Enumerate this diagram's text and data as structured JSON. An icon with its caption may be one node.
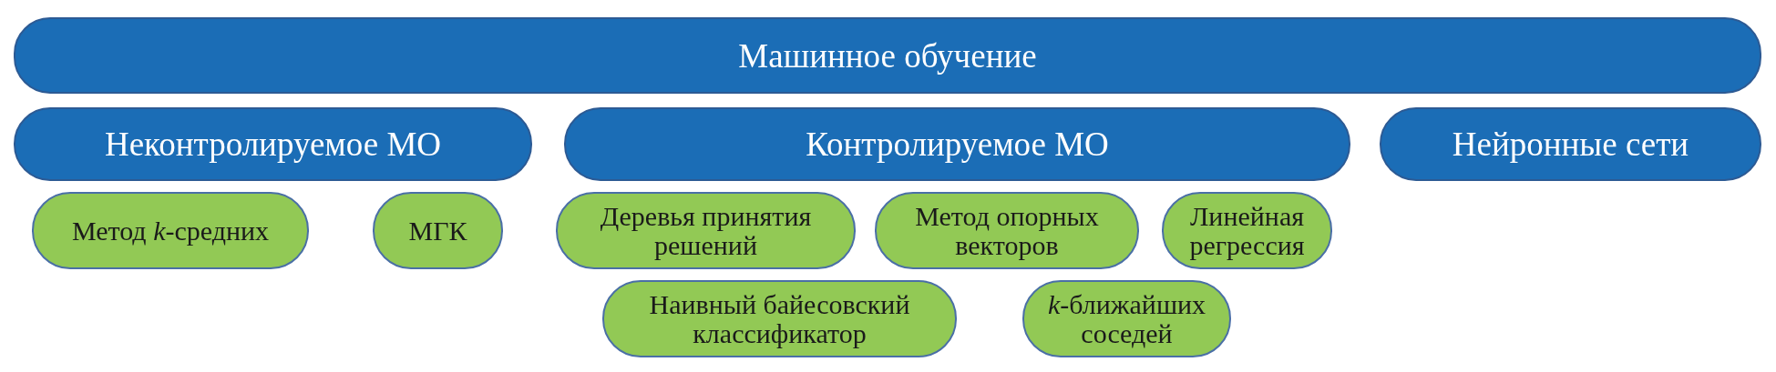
{
  "diagram": {
    "nodes": [
      {
        "text": [
          "Машинное обучение"
        ]
      },
      {
        "text": [
          "Неконтролируемое МО"
        ]
      },
      {
        "text": [
          "Контролируемое МО"
        ]
      },
      {
        "text": [
          "Нейронные сети"
        ]
      },
      {
        "text": [
          "Метод *k*-средних"
        ]
      },
      {
        "text": [
          "МГК"
        ]
      },
      {
        "text": [
          "Деревья принятия решений"
        ]
      },
      {
        "text": [
          "Метод опорных векторов"
        ]
      },
      {
        "text": [
          "Линейная регрессия"
        ]
      },
      {
        "text": [
          "Наивный байесовский классификатор"
        ]
      },
      {
        "text": [
          "*k*-ближайших соседей"
        ]
      }
    ]
  }
}
